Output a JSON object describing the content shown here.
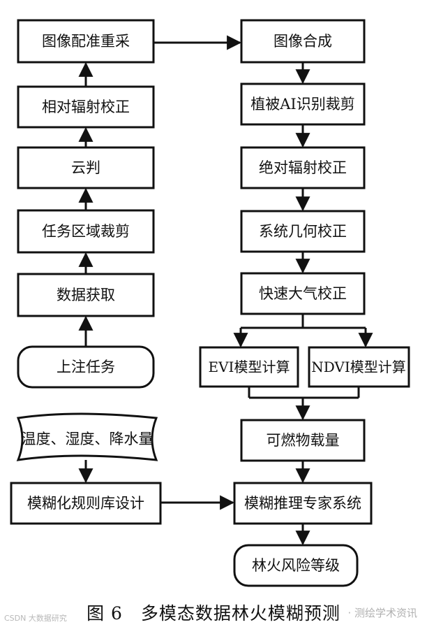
{
  "nodes": {
    "register": "图像配准重采",
    "rel_radio": "相对辐射校正",
    "cloud": "云判",
    "task_crop": "任务区域裁剪",
    "acquire": "数据获取",
    "upload": "上注任务",
    "compose": "图像合成",
    "veg_ai": "植被AI识别裁剪",
    "abs_radio": "绝对辐射校正",
    "geo": "系统几何校正",
    "atmos": "快速大气校正",
    "evi": "EVI模型计算",
    "ndvi": "NDVI模型计算",
    "fuel": "可燃物载量",
    "weather": "温度、湿度、降水量",
    "fuzzy_rules": "模糊化规则库设计",
    "expert": "模糊推理专家系统",
    "risk": "林火风险等级"
  },
  "caption": "图 6　多模态数据林火模糊预测",
  "watermark_left": "CSDN 大数据研究",
  "watermark_right": "· 测绘学术资讯"
}
